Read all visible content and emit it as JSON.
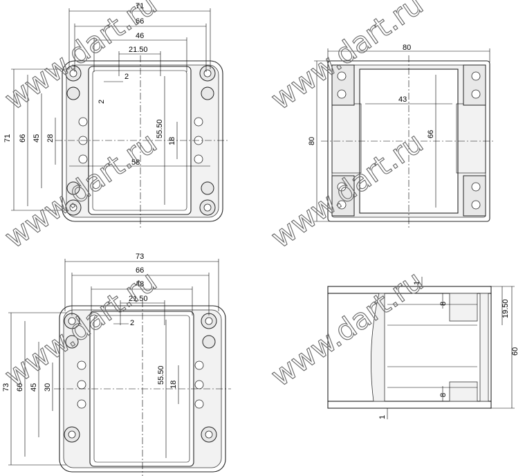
{
  "watermark": "www.dart.ru",
  "views": {
    "top_left": {
      "dims_top": [
        "71",
        "66",
        "46",
        "21.50",
        "2"
      ],
      "dims_left": [
        "71",
        "66",
        "45",
        "28"
      ],
      "dims_inner": [
        "2",
        "55.50",
        "18",
        "58"
      ]
    },
    "top_right": {
      "dims": [
        "80",
        "80",
        "43",
        "66"
      ]
    },
    "bottom_left": {
      "dims_top": [
        "73",
        "66",
        "48",
        "21.50",
        "2"
      ],
      "dims_left": [
        "73",
        "66",
        "45",
        "30"
      ],
      "dims_inner": [
        "55.50",
        "18"
      ]
    },
    "bottom_right": {
      "dims": [
        "1",
        "8",
        "19.50",
        "60",
        "8",
        "1"
      ]
    }
  },
  "colors": {
    "line": "#000000",
    "watermark": "#666666"
  }
}
